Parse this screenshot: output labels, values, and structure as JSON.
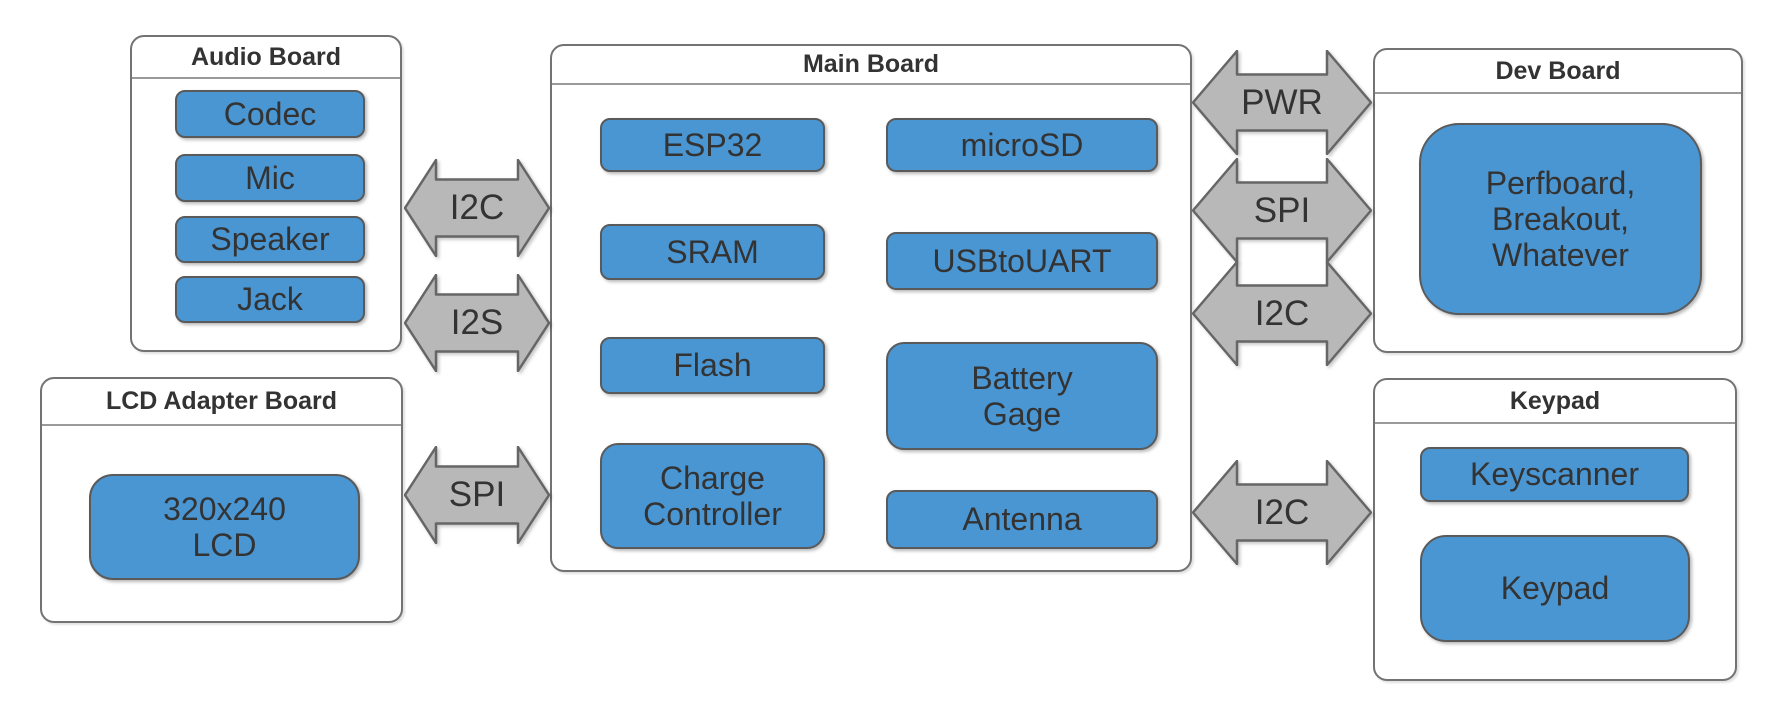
{
  "diagram": {
    "boards": {
      "audio": {
        "title": "Audio Board",
        "items": [
          "Codec",
          "Mic",
          "Speaker",
          "Jack"
        ]
      },
      "lcd": {
        "title": "LCD Adapter Board",
        "items": [
          "320x240\nLCD"
        ]
      },
      "main": {
        "title": "Main Board",
        "items": [
          "ESP32",
          "SRAM",
          "Flash",
          "Charge\nController",
          "microSD",
          "USBtoUART",
          "Battery\nGage",
          "Antenna"
        ]
      },
      "dev": {
        "title": "Dev Board",
        "items": [
          "Perfboard,\nBreakout,\nWhatever"
        ]
      },
      "keypad": {
        "title": "Keypad",
        "items": [
          "Keyscanner",
          "Keypad"
        ]
      }
    },
    "connections": {
      "audio_main": [
        "I2C",
        "I2S"
      ],
      "lcd_main": [
        "SPI"
      ],
      "main_dev": [
        "PWR",
        "SPI",
        "I2C"
      ],
      "main_keypad": [
        "I2C"
      ]
    },
    "colors": {
      "module_fill": "#4a96d3",
      "module_border": "#5a5a5a",
      "arrow_fill": "#b8b8b8",
      "arrow_border": "#666666",
      "board_border": "#737373",
      "text": "#333333",
      "background": "#ffffff"
    }
  }
}
